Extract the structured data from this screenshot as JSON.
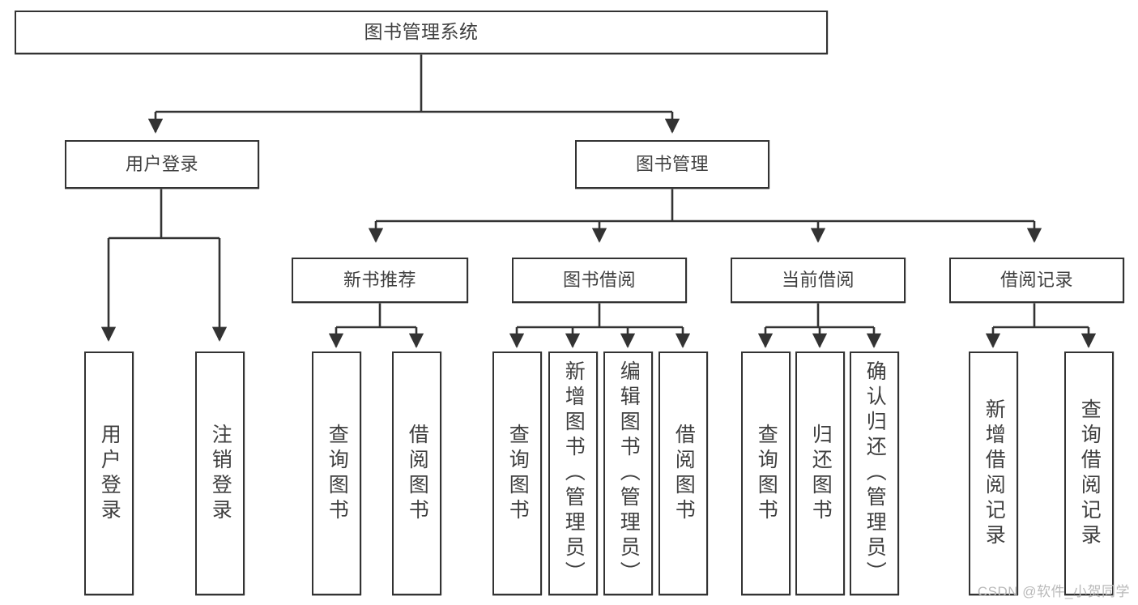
{
  "diagram": {
    "title": "图书管理系统",
    "type": "tree-hierarchy-chart",
    "watermark": "CSDN @软件_小贺同学",
    "colors": {
      "stroke": "#333333",
      "text": "#3f3f3f",
      "background": "#ffffff",
      "watermark": "#b9b9b9"
    },
    "root": {
      "label": "图书管理系统"
    },
    "level1": [
      {
        "label": "用户登录"
      },
      {
        "label": "图书管理"
      }
    ],
    "level2": [
      {
        "label": "新书推荐"
      },
      {
        "label": "图书借阅"
      },
      {
        "label": "当前借阅"
      },
      {
        "label": "借阅记录"
      }
    ],
    "leaves": {
      "user_login": [
        {
          "label": "用户登录"
        },
        {
          "label": "注销登录"
        }
      ],
      "new_book_recommend": [
        {
          "label": "查询图书"
        },
        {
          "label": "借阅图书"
        }
      ],
      "book_borrow": [
        {
          "label": "查询图书"
        },
        {
          "label": "新增图书（管理员）"
        },
        {
          "label": "编辑图书（管理员）"
        },
        {
          "label": "借阅图书"
        }
      ],
      "current_borrow": [
        {
          "label": "查询图书"
        },
        {
          "label": "归还图书"
        },
        {
          "label": "确认归还（管理员）"
        }
      ],
      "borrow_record": [
        {
          "label": "新增借阅记录"
        },
        {
          "label": "查询借阅记录"
        }
      ]
    }
  }
}
